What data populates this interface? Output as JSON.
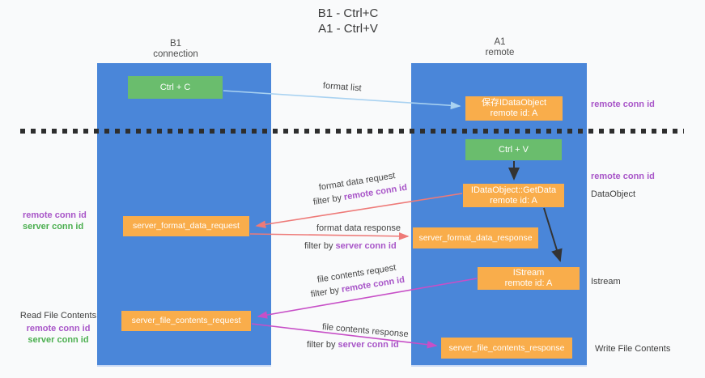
{
  "title": {
    "line1": "B1 - Ctrl+C",
    "line2": "A1 - Ctrl+V"
  },
  "lanes": {
    "left": {
      "name": "B1",
      "role": "connection"
    },
    "right": {
      "name": "A1",
      "role": "remote"
    }
  },
  "nodes": {
    "ctrl_c": {
      "label": "Ctrl + C"
    },
    "ctrl_v": {
      "label": "Ctrl + V"
    },
    "save_dataobject": {
      "line1": "保存IDataObject",
      "line2": "remote id: A"
    },
    "getdata": {
      "line1": "IDataObject::GetData",
      "line2": "remote id: A"
    },
    "istream": {
      "line1": "IStream",
      "line2": "remote id: A"
    },
    "format_request": {
      "label": "server_format_data_request"
    },
    "format_response": {
      "label": "server_format_data_response"
    },
    "file_request": {
      "label": "server_file_contents_request"
    },
    "file_response": {
      "label": "server_file_contents_response"
    }
  },
  "arrows": {
    "format_list": "format list",
    "format_data_request": "format data request",
    "format_data_response": "format data response",
    "file_contents_request": "file contents request",
    "file_contents_response": "file contents response",
    "filter_by": "filter by",
    "remote_conn_id": "remote conn id",
    "server_conn_id": "server conn id"
  },
  "side_labels": {
    "left_top_remote": "remote conn id",
    "left_top_server": "server conn id",
    "read_file_contents": "Read File Contents",
    "left_bottom_remote": "remote conn id",
    "left_bottom_server": "server conn id",
    "right_remote_1": "remote conn id",
    "right_remote_2": "remote conn id",
    "dataobject": "DataObject",
    "istream": "Istream",
    "write_file_contents": "Write File Contents"
  },
  "colors": {
    "lane_blue": "#4a86d9",
    "box_orange": "#f9ad4b",
    "box_green": "#6abd6d",
    "arrow_lightblue": "#a9d2f1",
    "arrow_red": "#ee7a78",
    "arrow_magenta": "#c74fc7",
    "arrow_black": "#333333",
    "label_purple": "#a855c8",
    "label_green": "#4caf50"
  }
}
